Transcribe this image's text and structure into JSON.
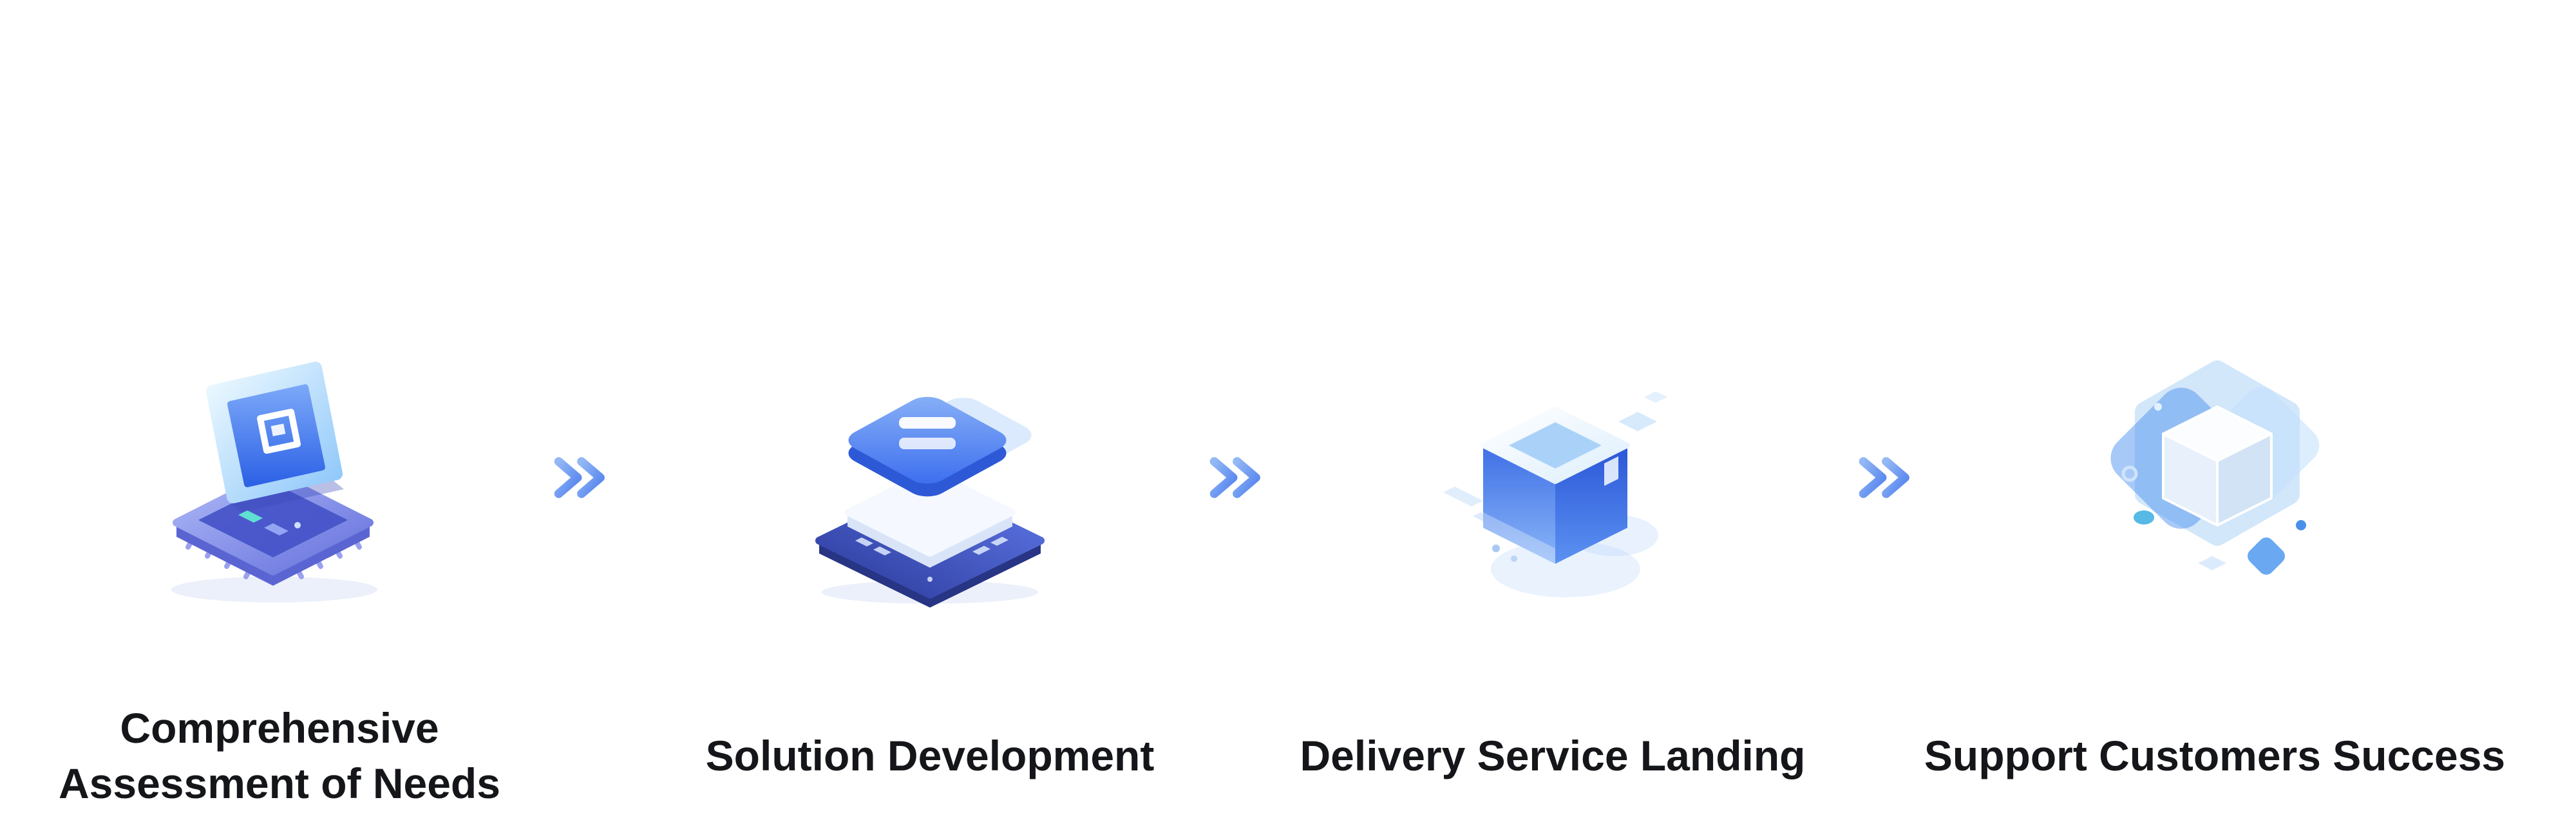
{
  "flow": {
    "steps": [
      {
        "id": "assessment",
        "label": "Comprehensive Assessment of Needs",
        "line1": "Comprehensive",
        "line2": "Assessment of Needs",
        "icon": "chip-screen-icon"
      },
      {
        "id": "development",
        "label": "Solution Development",
        "line1": "Solution Development",
        "line2": "",
        "icon": "stacked-layers-icon"
      },
      {
        "id": "delivery",
        "label": "Delivery Service Landing",
        "line1": "Delivery Service Landing",
        "line2": "",
        "icon": "isometric-cube-icon"
      },
      {
        "id": "support",
        "label": "Support Customers Success",
        "line1": "Support Customers Success",
        "line2": "",
        "icon": "cube-cluster-icon"
      }
    ],
    "connectors": [
      {
        "icon": "double-chevron-right-icon"
      },
      {
        "icon": "double-chevron-right-icon"
      },
      {
        "icon": "double-chevron-right-icon"
      }
    ]
  },
  "style": {
    "background": "#ffffff",
    "text_color": "#14161a",
    "arrow_gradient_start": "#93b8f5",
    "arrow_gradient_end": "#5181ee",
    "illustration_primary_blue": "#3a6cee",
    "illustration_light_blue": "#bcd9fb",
    "illustration_indigo": "#2b3a9b"
  }
}
